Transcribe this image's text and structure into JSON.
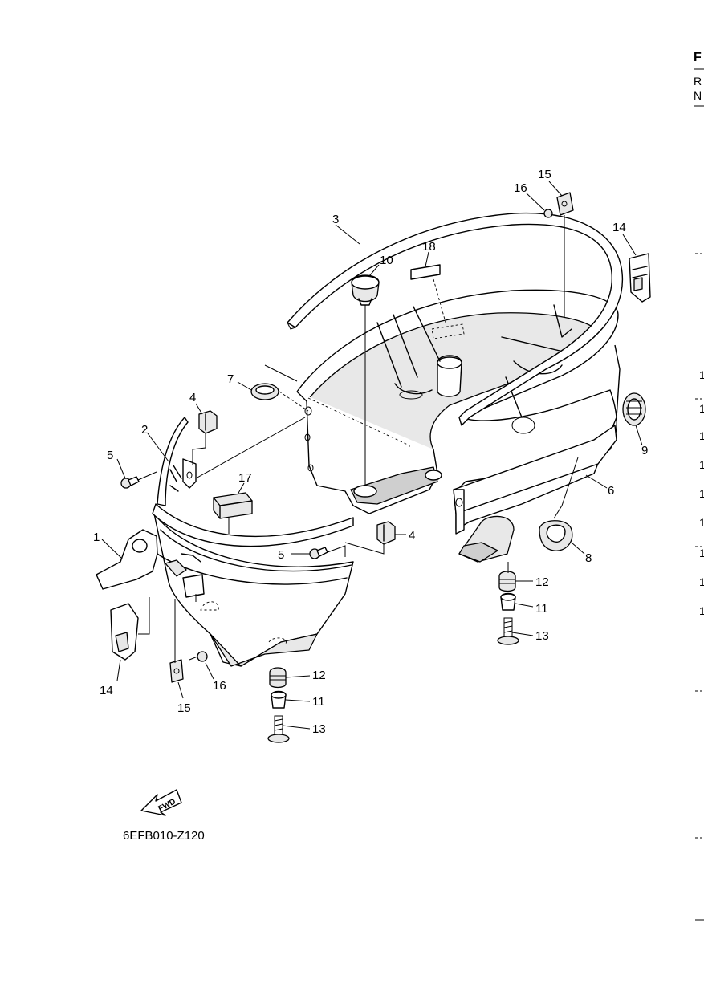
{
  "diagram": {
    "code": "6EFB010-Z120",
    "fwd_label": "FWD",
    "callouts": [
      {
        "id": "c1",
        "text": "1"
      },
      {
        "id": "c2",
        "text": "2"
      },
      {
        "id": "c3",
        "text": "3"
      },
      {
        "id": "c4a",
        "text": "4"
      },
      {
        "id": "c4b",
        "text": "4"
      },
      {
        "id": "c5a",
        "text": "5"
      },
      {
        "id": "c5b",
        "text": "5"
      },
      {
        "id": "c6",
        "text": "6"
      },
      {
        "id": "c7",
        "text": "7"
      },
      {
        "id": "c8",
        "text": "8"
      },
      {
        "id": "c9",
        "text": "9"
      },
      {
        "id": "c10",
        "text": "10"
      },
      {
        "id": "c11a",
        "text": "11"
      },
      {
        "id": "c11b",
        "text": "11"
      },
      {
        "id": "c12a",
        "text": "12"
      },
      {
        "id": "c12b",
        "text": "12"
      },
      {
        "id": "c13a",
        "text": "13"
      },
      {
        "id": "c13b",
        "text": "13"
      },
      {
        "id": "c14a",
        "text": "14"
      },
      {
        "id": "c14b",
        "text": "14"
      },
      {
        "id": "c15a",
        "text": "15"
      },
      {
        "id": "c15b",
        "text": "15"
      },
      {
        "id": "c16a",
        "text": "16"
      },
      {
        "id": "c16b",
        "text": "16"
      },
      {
        "id": "c17",
        "text": "17"
      },
      {
        "id": "c18",
        "text": "18"
      }
    ]
  },
  "edge": {
    "header_letters": [
      "F",
      "R",
      "N"
    ],
    "row_marks": [
      "1",
      "1",
      "1",
      "1",
      "1",
      "1",
      "1",
      "1",
      "1"
    ]
  }
}
